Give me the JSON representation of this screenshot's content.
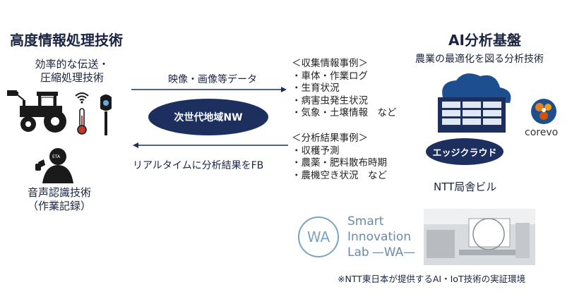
{
  "left": {
    "title": "高度情報処理技術",
    "transmission_label_line1": "効率的な伝送・",
    "transmission_label_line2": "圧縮処理技術",
    "voice_label_line1": "音声認識技術",
    "voice_label_line2": "（作業記録）",
    "headset_badge": "ETA"
  },
  "middle": {
    "upload_label": "映像・画像等データ",
    "network_label": "次世代地域NW",
    "feedback_label": "リアルタイムに分析結果をFB"
  },
  "collected_info": {
    "header": "＜収集情報事例＞",
    "items": [
      "・車体・作業ログ",
      "・生育状況",
      "・病害虫発生状況",
      "・気象・土壌情報　など"
    ]
  },
  "analysis_results": {
    "header": "＜分析結果事例＞",
    "items": [
      "・収穫予測",
      "・農薬・肥料散布時期",
      "・農機空き状況　など"
    ]
  },
  "right": {
    "title": "AI分析基盤",
    "subtitle": "農業の最適化を図る分析技術",
    "edge_cloud_label": "エッジクラウド",
    "corevo_label": "corevo",
    "building_label": "NTT局舎ビル"
  },
  "lab": {
    "line1": "Smart",
    "line2": "Innovation",
    "line3": "Lab",
    "line3_suffix": "—WA—",
    "logo_letters": "WA",
    "footnote": "※NTT東日本が提供するAI・IoT技術の実証環境"
  },
  "colors": {
    "navy": "#1c2f5e",
    "cloud_blue": "#1d4e8f",
    "lab_teal": "#7ba3c2"
  }
}
